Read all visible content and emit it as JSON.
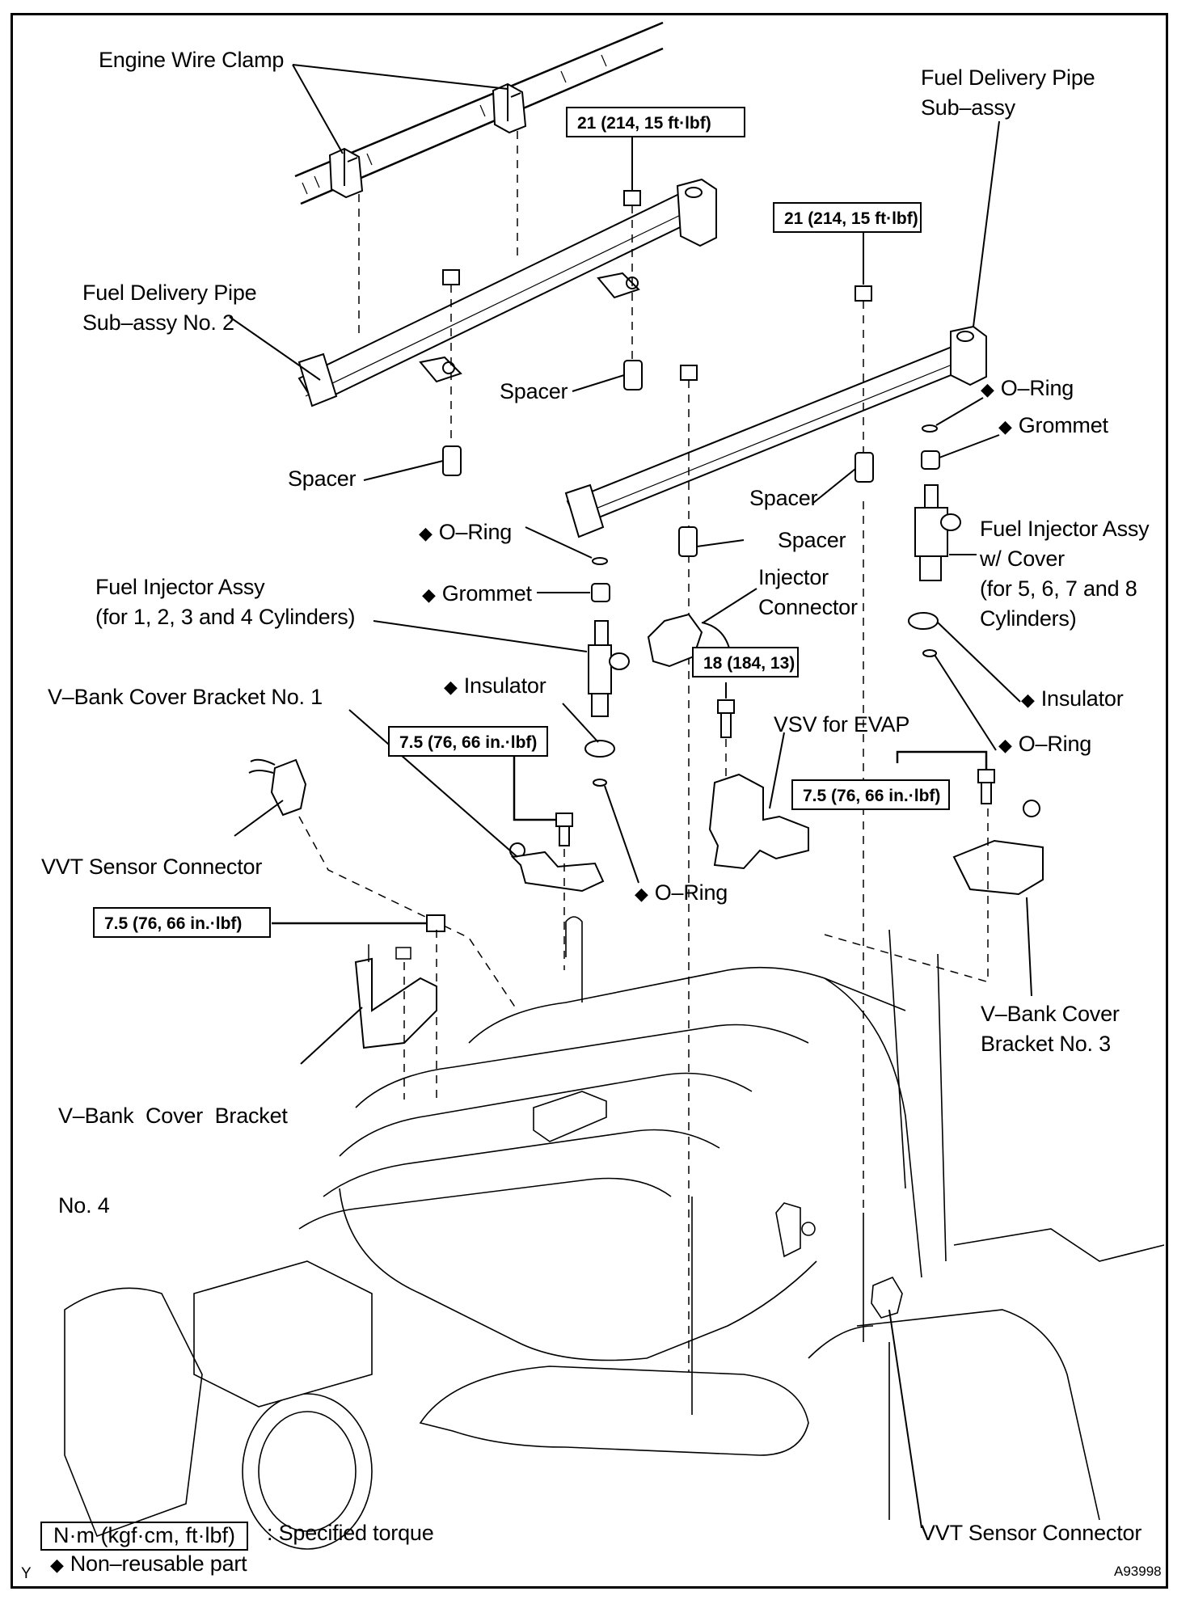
{
  "figure_id": "A93998",
  "corner_mark": "Y",
  "labels": {
    "engine_wire_clamp": "Engine Wire Clamp",
    "fuel_delivery_pipe": [
      "Fuel Delivery Pipe",
      "Sub–assy"
    ],
    "fuel_delivery_pipe_no2": [
      "Fuel Delivery Pipe",
      "Sub–assy No. 2"
    ],
    "spacer": "Spacer",
    "o_ring": "O–Ring",
    "grommet": "Grommet",
    "insulator": "Insulator",
    "fuel_injector_right": [
      "Fuel Injector Assy",
      "w/ Cover",
      "(for 5, 6, 7 and 8",
      "Cylinders)"
    ],
    "fuel_injector_left": [
      "Fuel Injector Assy",
      "(for 1, 2, 3 and 4 Cylinders)"
    ],
    "injector_connector": [
      "Injector",
      "Connector"
    ],
    "vbank_bracket_1": "V–Bank Cover Bracket No. 1",
    "vbank_bracket_3": [
      "V–Bank Cover",
      "Bracket No. 3"
    ],
    "vbank_bracket_4": [
      "V–Bank  Cover  Bracket",
      "No. 4"
    ],
    "vsv_evap": "VSV for EVAP",
    "vvt_sensor_connector": "VVT Sensor Connector"
  },
  "non_reusable_marker": "◆",
  "torque_specs": {
    "fuel_pipe_bolt_left": "21 (214, 15 ft·lbf)",
    "fuel_pipe_bolt_right": "21 (214, 15 ft·lbf)",
    "vsv_bolt": "18 (184, 13)",
    "bracket1_bolt": "7.5 (76, 66 in.·lbf)",
    "bracket3_bolt": "7.5 (76, 66 in.·lbf)",
    "bracket4_nut": "7.5 (76, 66 in.·lbf)"
  },
  "legend": {
    "torque_unit": "N·m (kgf·cm, ft·lbf)",
    "torque_desc": ": Specified torque",
    "non_reusable_desc": "Non–reusable part"
  }
}
